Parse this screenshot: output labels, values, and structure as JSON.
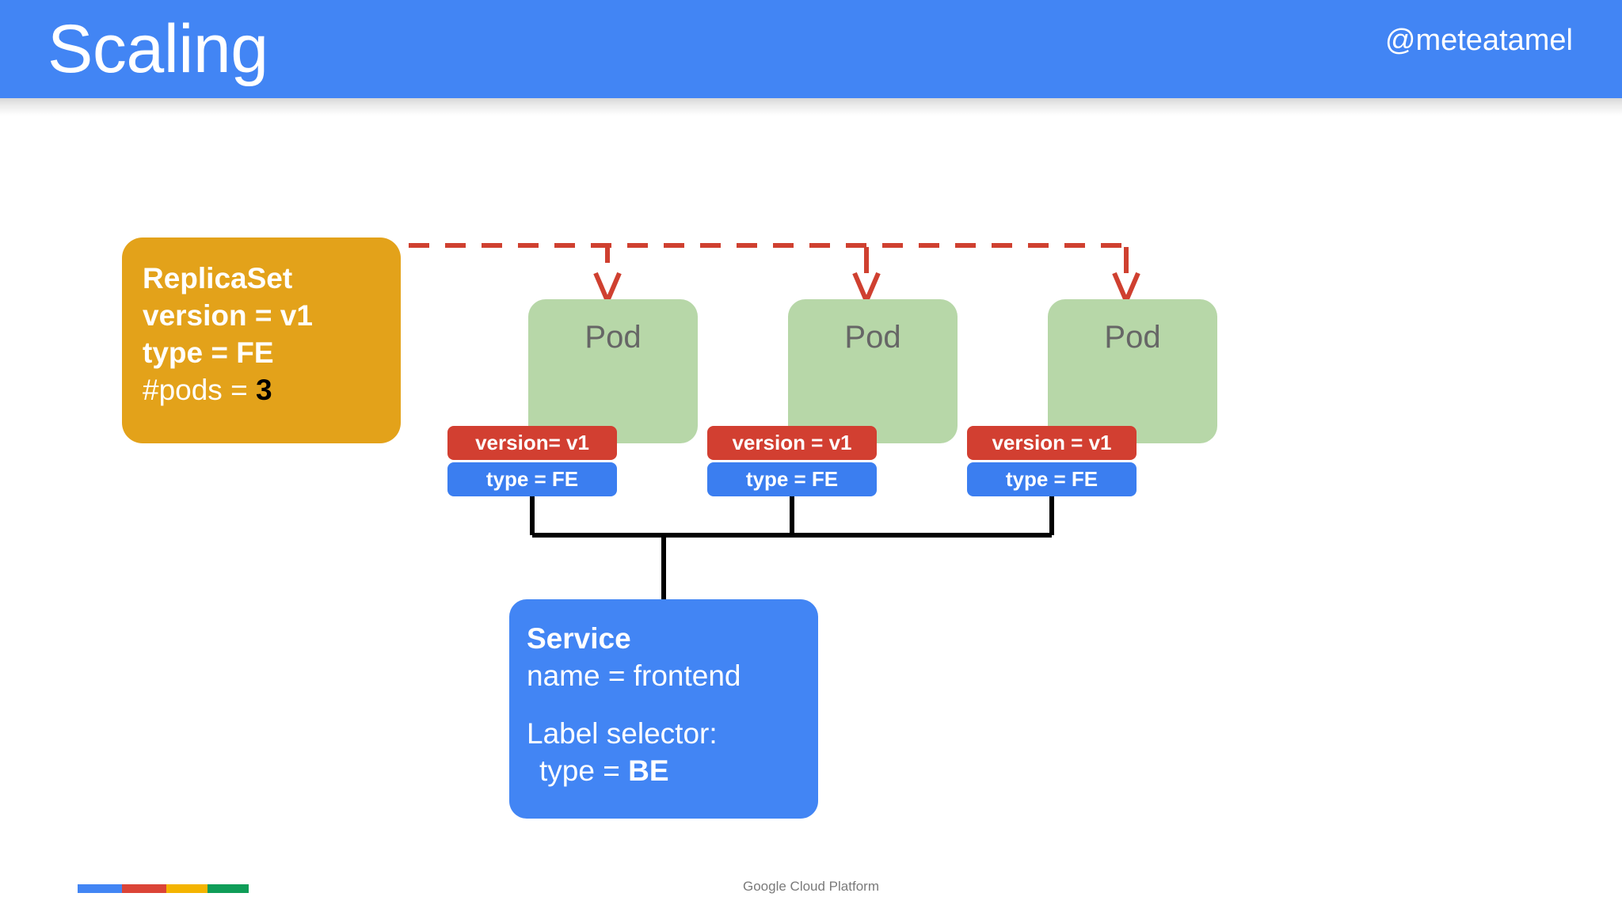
{
  "header": {
    "title": "Scaling",
    "handle": "@meteatamel",
    "bar_color": "#4285f4"
  },
  "replicaset": {
    "title": "ReplicaSet",
    "version_line": "version = v1",
    "type_line": "type = FE",
    "pods_label": "#pods = ",
    "pods_count": "3",
    "color": "#e3a21a"
  },
  "pods": [
    {
      "label": "Pod",
      "version_chip": "version= v1",
      "type_chip": "type = FE"
    },
    {
      "label": "Pod",
      "version_chip": "version = v1",
      "type_chip": "type = FE"
    },
    {
      "label": "Pod",
      "version_chip": "version = v1",
      "type_chip": "type = FE"
    }
  ],
  "pod_colors": {
    "box": "#b7d7a8",
    "label_text": "#666666",
    "version_chip": "#d23f31",
    "type_chip": "#3b7ef0"
  },
  "service": {
    "title": "Service",
    "name_line": "name = frontend",
    "selector_title": "Label selector:",
    "selector_key": "type = ",
    "selector_value": "BE",
    "color": "#4285f4"
  },
  "connectors": {
    "replicaset_arrow_color": "#cf4030",
    "service_line_color": "#000000",
    "arrow_style": "dashed"
  },
  "footer": {
    "text": "Google Cloud Platform",
    "brand_bar_colors": [
      "#4285f4",
      "#db4437",
      "#f4b400",
      "#0f9d58"
    ]
  }
}
